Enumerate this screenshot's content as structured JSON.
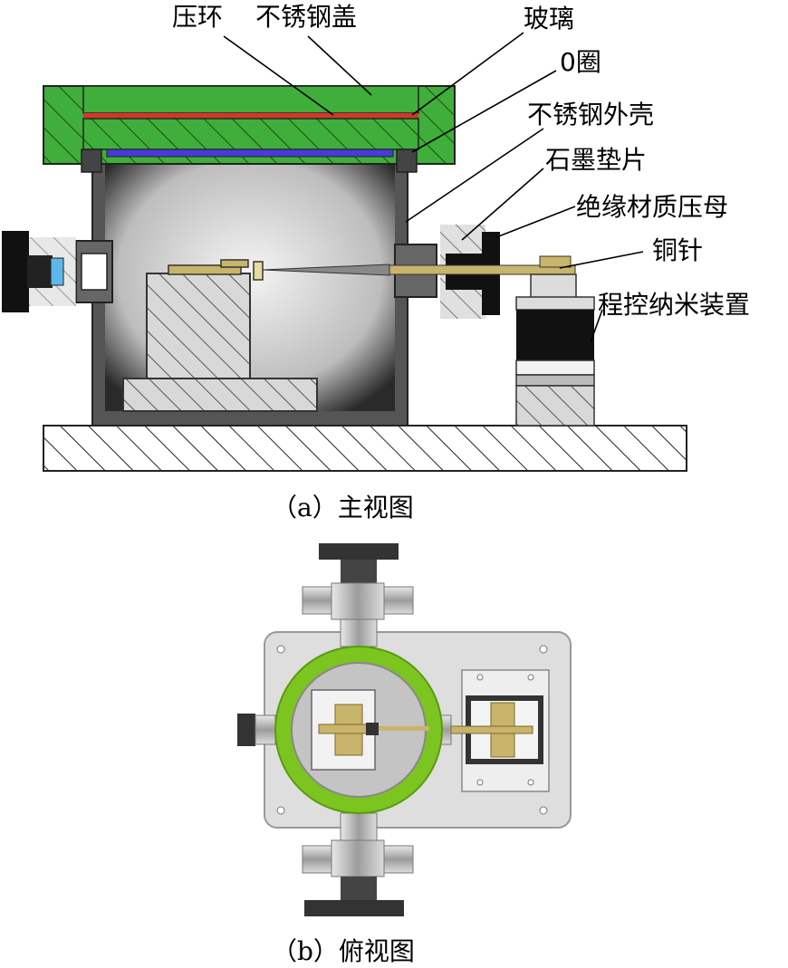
{
  "front_view": {
    "labels": {
      "press_ring": "压环",
      "steel_lid": "不锈钢盖",
      "glass": "玻璃",
      "o_ring": "0圈",
      "steel_shell": "不锈钢外壳",
      "graphite_gasket": "石墨垫片",
      "insulating_nut": "绝缘材质压母",
      "copper_needle": "铜针",
      "nano_device": "程控纳米装置"
    },
    "caption": "（a）主视图"
  },
  "top_view": {
    "caption": "（b）俯视图"
  },
  "colors": {
    "lid_green": "#3fae3a",
    "glass_red": "#e0302a",
    "oring_blue": "#4a3bd6",
    "ring_green": "#7cc41f",
    "brass": "#c8b46a",
    "shell_gray": "#555555"
  }
}
